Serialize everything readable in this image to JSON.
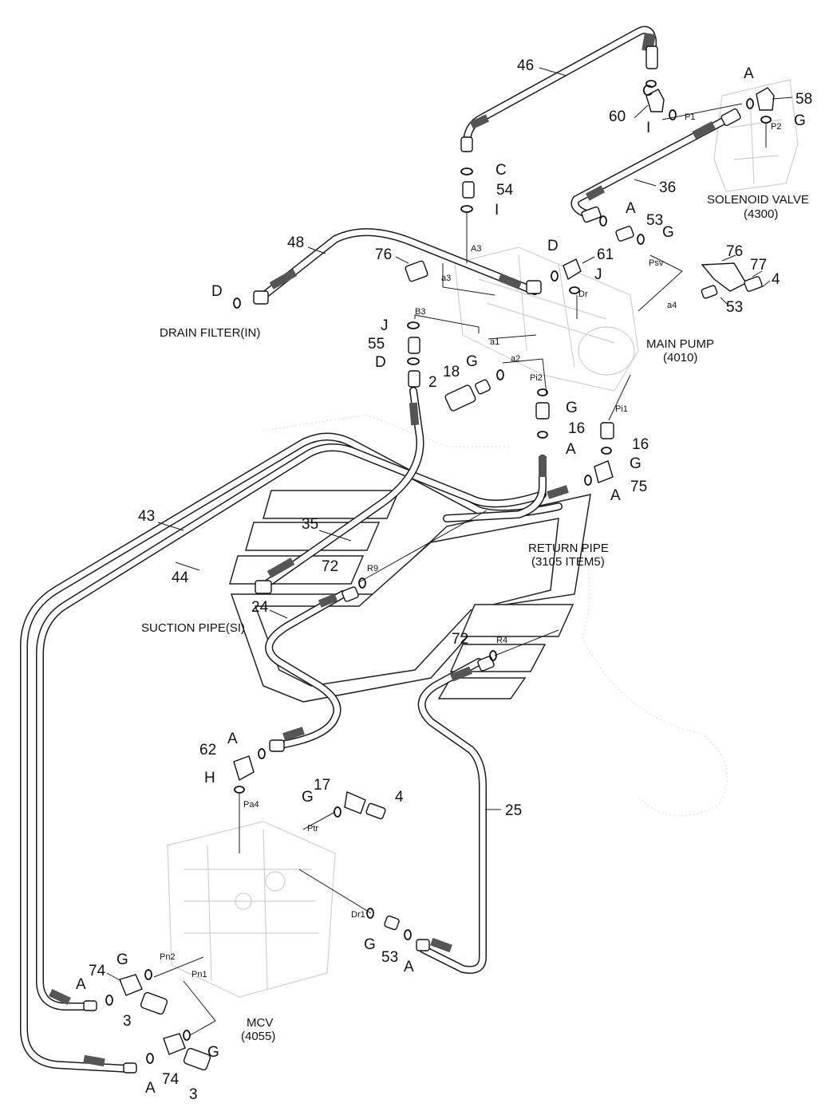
{
  "callouts": [
    "46",
    "60",
    "58",
    "36",
    "54",
    "53",
    "48",
    "76",
    "61",
    "77",
    "4",
    "55",
    "18",
    "2",
    "16",
    "75",
    "43",
    "35",
    "44",
    "72",
    "24",
    "62",
    "17",
    "25",
    "74",
    "3"
  ],
  "letters": [
    "A",
    "C",
    "I",
    "G",
    "D",
    "J",
    "H"
  ],
  "ports": [
    "P1",
    "P2",
    "A3",
    "a3",
    "B3",
    "Psv",
    "Dr",
    "a4",
    "a1",
    "a2",
    "Pi2",
    "Pi1",
    "R9",
    "R4",
    "Pa4",
    "Ptr",
    "Dr1",
    "Pn2",
    "Pn1"
  ],
  "components": {
    "drain_filter": "DRAIN FILTER(IN)",
    "solenoid_valve": "SOLENOID VALVE",
    "solenoid_valve_code": "(4300)",
    "main_pump": "MAIN PUMP",
    "main_pump_code": "(4010)",
    "return_pipe": "RETURN PIPE",
    "return_pipe_code": "(3105 ITEM5)",
    "suction_pipe": "SUCTION PIPE(SI)",
    "mcv": "MCV",
    "mcv_code": "(4055)"
  }
}
